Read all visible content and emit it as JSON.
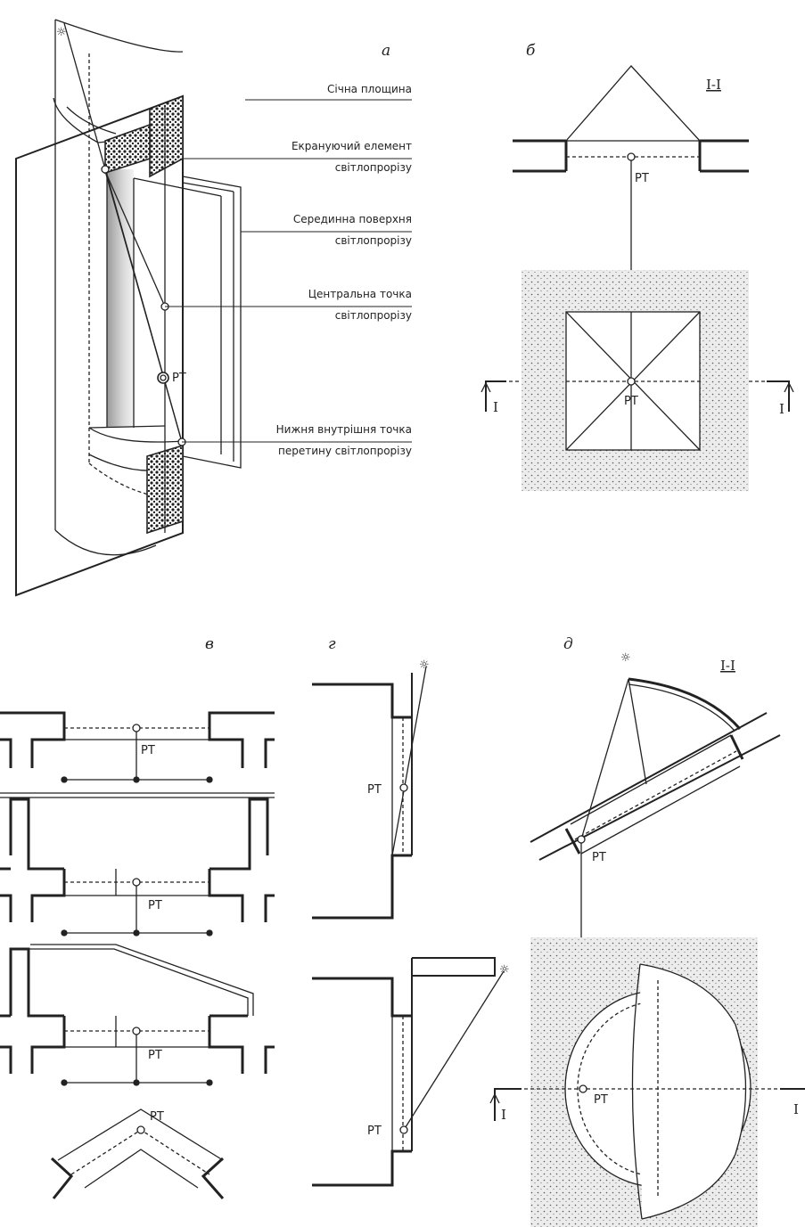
{
  "panels": {
    "a": "а",
    "b": "б",
    "v": "в",
    "g": "г",
    "d": "д"
  },
  "callouts": [
    {
      "line1": "Січна площина",
      "line2": ""
    },
    {
      "line1": "Екрануючий елемент",
      "line2": "світлопрорізу"
    },
    {
      "line1": "Серединна поверхня",
      "line2": "світлопрорізу"
    },
    {
      "line1": "Центральна точка",
      "line2": "світлопрорізу"
    },
    {
      "line1": "Нижня внутрішня точка",
      "line2": "перетину світлопрорізу"
    }
  ],
  "point_label": "РТ",
  "section_label": "I-I",
  "section_mark": "I",
  "sun_symbol": "☼",
  "colors": {
    "line": "#222222",
    "stipple_bg": "#e6e6e6",
    "glass_shade": "#bdbdbd"
  }
}
